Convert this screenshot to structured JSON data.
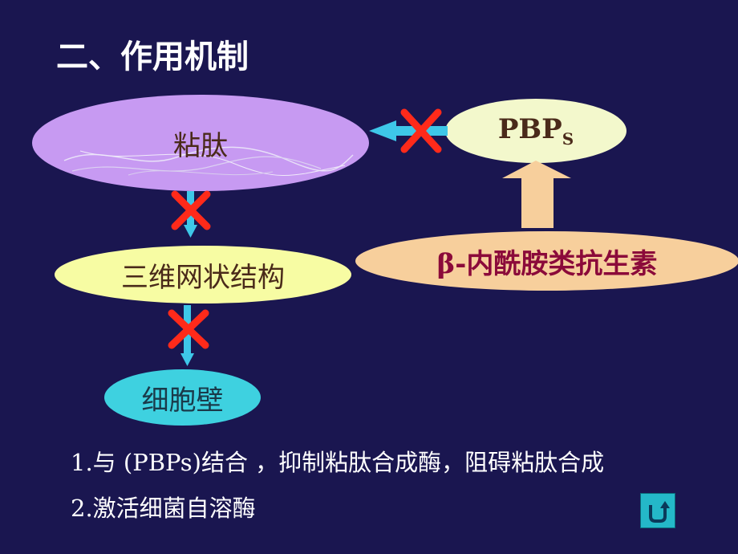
{
  "title": "二、作用机制",
  "nodes": {
    "peptide": "粘肽",
    "pbps_main": "PBP",
    "pbps_sub": "S",
    "mesh": "三维网状结构",
    "beta": "β-内酰胺类抗生素",
    "wall": "细胞壁"
  },
  "notes": [
    "1.与 (PBPs)结合 ，抑制粘肽合成酶，阻碍粘肽合成",
    "2.激活细菌自溶酶"
  ],
  "icons": {
    "block": "red-x-icon",
    "return": "return-arrow-icon"
  },
  "colors": {
    "background": "#1a1650",
    "peptide": "#c79af2",
    "pbps": "#f3f8cc",
    "mesh": "#f7fca3",
    "beta": "#f7cf9c",
    "wall": "#3ed1e0",
    "arrow_blue": "#3ec7e8",
    "arrow_tan": "#f7cf9c",
    "cross": "#ff2a1a"
  }
}
